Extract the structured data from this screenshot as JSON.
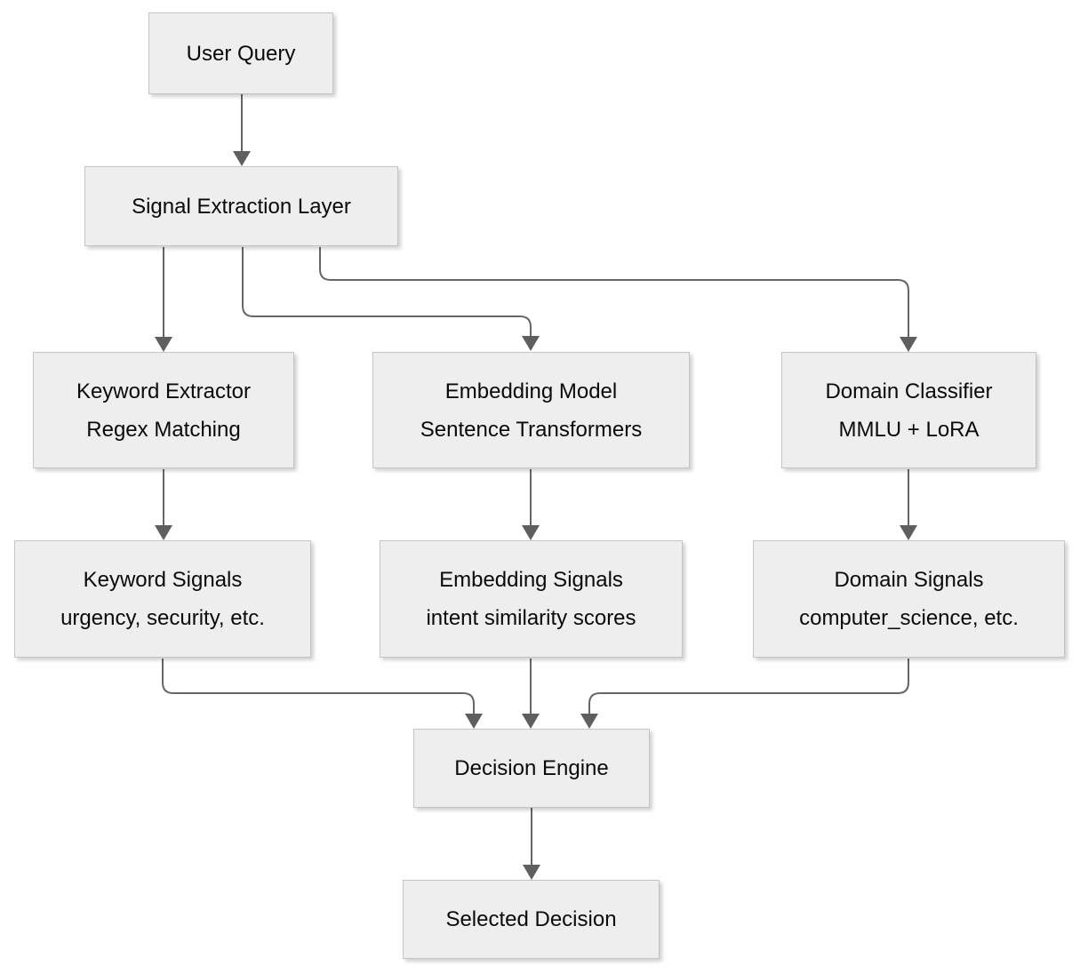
{
  "diagram": {
    "type": "flowchart",
    "direction": "top-down",
    "background": "#ffffff"
  },
  "colors": {
    "node_fill": "#eeeeee",
    "node_border": "#c4c4c4",
    "edge": "#666666",
    "text": "#0a0a0a"
  },
  "nodes": [
    {
      "id": "user-query",
      "title": "User Query",
      "subtitle": ""
    },
    {
      "id": "signal-extraction",
      "title": "Signal Extraction Layer",
      "subtitle": ""
    },
    {
      "id": "keyword-extractor",
      "title": "Keyword Extractor",
      "subtitle": "Regex Matching"
    },
    {
      "id": "embedding-model",
      "title": "Embedding Model",
      "subtitle": "Sentence Transformers"
    },
    {
      "id": "domain-classifier",
      "title": "Domain Classifier",
      "subtitle": "MMLU + LoRA"
    },
    {
      "id": "keyword-signals",
      "title": "Keyword Signals",
      "subtitle": "urgency, security, etc."
    },
    {
      "id": "embedding-signals",
      "title": "Embedding Signals",
      "subtitle": "intent similarity scores"
    },
    {
      "id": "domain-signals",
      "title": "Domain Signals",
      "subtitle": "computer_science, etc."
    },
    {
      "id": "decision-engine",
      "title": "Decision Engine",
      "subtitle": ""
    },
    {
      "id": "selected-decision",
      "title": "Selected Decision",
      "subtitle": ""
    }
  ],
  "edges": [
    {
      "from": "user-query",
      "to": "signal-extraction"
    },
    {
      "from": "signal-extraction",
      "to": "keyword-extractor"
    },
    {
      "from": "signal-extraction",
      "to": "embedding-model"
    },
    {
      "from": "signal-extraction",
      "to": "domain-classifier"
    },
    {
      "from": "keyword-extractor",
      "to": "keyword-signals"
    },
    {
      "from": "embedding-model",
      "to": "embedding-signals"
    },
    {
      "from": "domain-classifier",
      "to": "domain-signals"
    },
    {
      "from": "keyword-signals",
      "to": "decision-engine"
    },
    {
      "from": "embedding-signals",
      "to": "decision-engine"
    },
    {
      "from": "domain-signals",
      "to": "decision-engine"
    },
    {
      "from": "decision-engine",
      "to": "selected-decision"
    }
  ]
}
